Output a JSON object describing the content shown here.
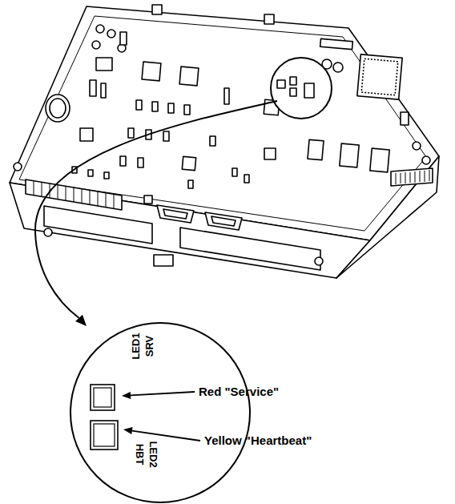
{
  "diagram": {
    "labels": [
      "LED1",
      "SRV",
      "LED2",
      "HBT",
      "Red \"Service\"",
      "Yellow \"Heartbeat\""
    ]
  }
}
